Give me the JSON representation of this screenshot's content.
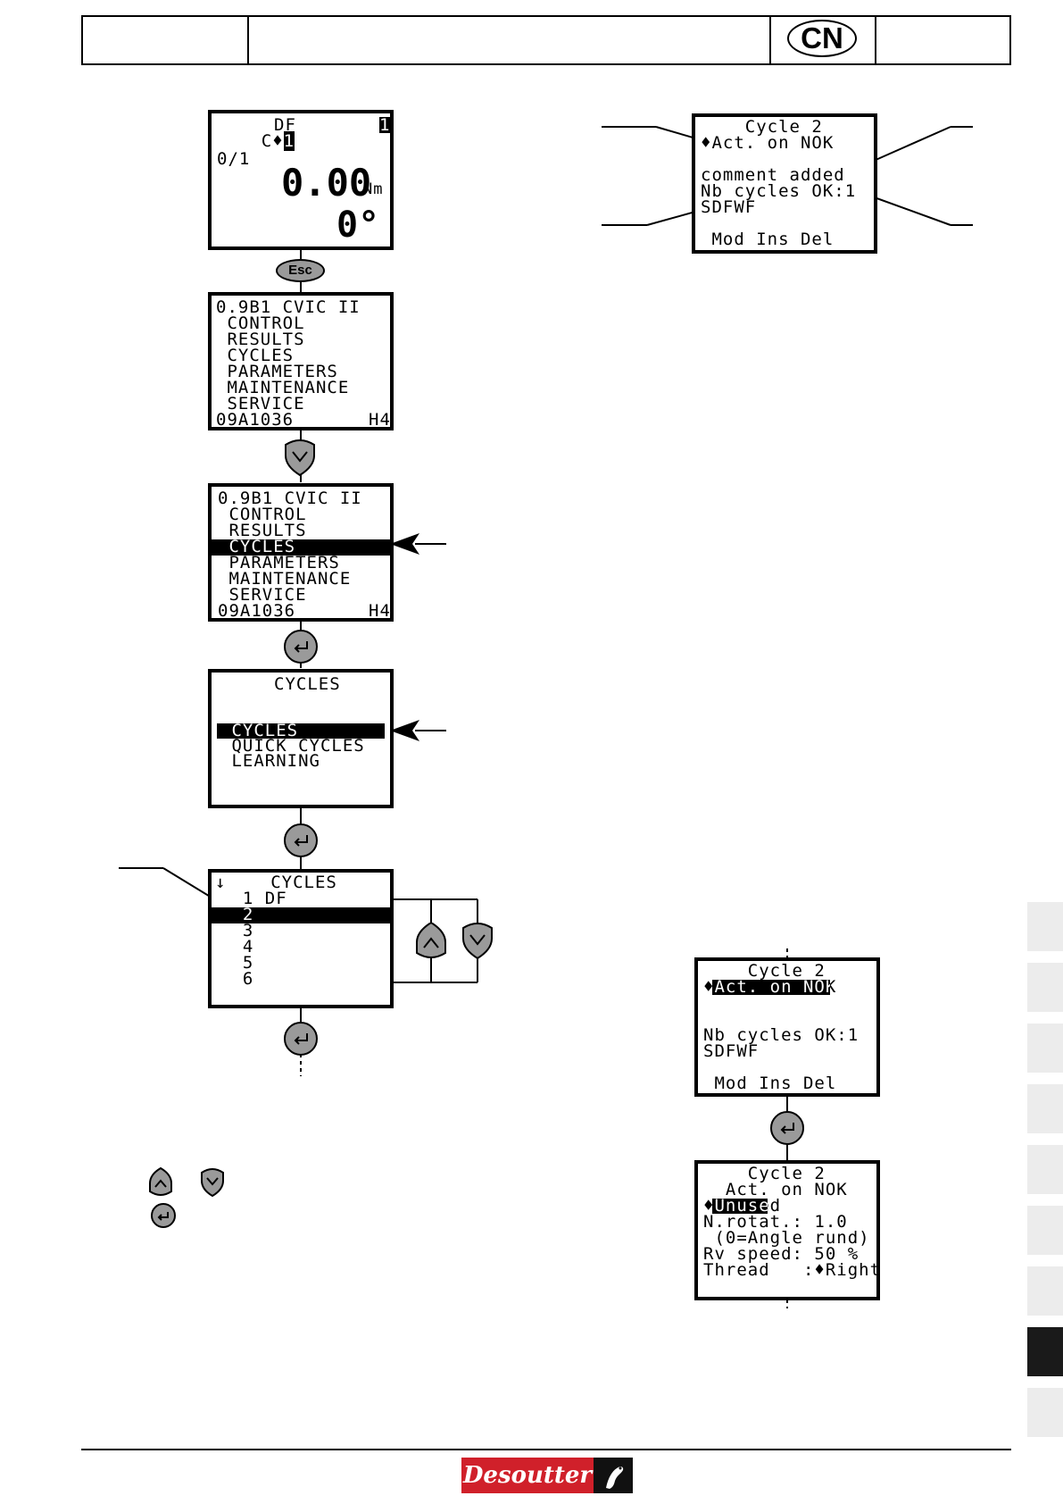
{
  "header": {
    "language_badge": "CN"
  },
  "screens": {
    "status": {
      "line1_prefix": "C",
      "line1_arrow": "♦",
      "line1_num": "1",
      "line1_mode": "DF",
      "line1_right": "1",
      "counter": "0/1",
      "torque_value": "0.00",
      "torque_unit": "Nm",
      "angle_value": "0°"
    },
    "main_menu": {
      "lines": [
        "0.9B1 CVIC II",
        " CONTROL",
        " RESULTS",
        " CYCLES",
        " PARAMETERS",
        " MAINTENANCE",
        " SERVICE"
      ],
      "footer_left": "09A1036",
      "footer_right": "H4"
    },
    "main_menu_selected": {
      "lines": [
        "0.9B1 CVIC II",
        " CONTROL",
        " RESULTS",
        " CYCLES",
        " PARAMETERS",
        " MAINTENANCE",
        " SERVICE"
      ],
      "footer_left": "09A1036",
      "footer_right": "H4"
    },
    "cycles_menu": {
      "title": "CYCLES",
      "items": [
        " CYCLES",
        " QUICK CYCLES",
        " LEARNING"
      ]
    },
    "cycles_list": {
      "title": "↓    CYCLES",
      "items": [
        "  1 DF",
        "  2",
        "  3",
        "  4",
        "  5",
        "  6"
      ]
    },
    "cycle_detail_top": {
      "lines": [
        "    Cycle 2",
        "♦Act. on NOK",
        "",
        "comment added",
        "Nb cycles OK:1",
        "SDFWF",
        "",
        " Mod Ins Del"
      ]
    },
    "cycle_detail_mid": {
      "lines": [
        "    Cycle 2",
        "♦Act. on NOK",
        "",
        "",
        "Nb cycles OK:1",
        "SDFWF",
        "",
        " Mod Ins Del"
      ]
    },
    "cycle_detail_edit": {
      "lines": [
        "    Cycle 2",
        "  Act. on NOK",
        "♦Unused",
        "N.rotat.: 1.0",
        " (0=Angle rund)",
        "Rv speed: 50 %",
        "Thread   :♦Right"
      ]
    }
  },
  "buttons": {
    "esc_label": "Esc"
  },
  "footer": {
    "logo_text": "Desoutter"
  },
  "colors": {
    "button_gray": "#9a9a9a",
    "logo_red": "#d0202a",
    "tab_gray": "#ececec",
    "tab_active": "#1a1a1a"
  }
}
